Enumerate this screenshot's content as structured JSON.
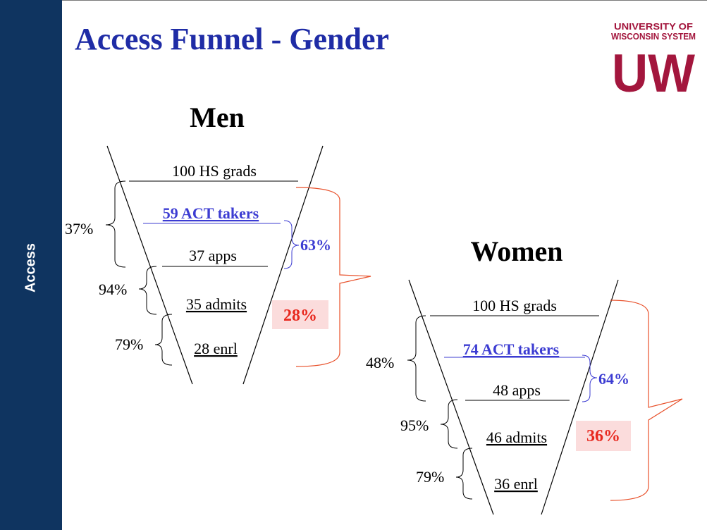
{
  "slide": {
    "sidebar_label": "Access",
    "title": "Access Funnel - Gender",
    "colors": {
      "sidebar": "#0f3460",
      "title": "#1f2ca6",
      "act": "#3c3cd2",
      "overall_bracket": "#e8502a",
      "overall_text": "#e8281e",
      "overall_box": "#fbdcdc",
      "logo": "#a3163d"
    }
  },
  "logo": {
    "line1": "UNIVERSITY OF",
    "line2": "WISCONSIN SYSTEM",
    "mark": "UW"
  },
  "funnels": {
    "men": {
      "heading": "Men",
      "levels": {
        "grads": "100 HS grads",
        "act": "59 ACT takers",
        "apps": "37 apps",
        "admits": "35 admits",
        "enrl": "28 enrl"
      },
      "rates": {
        "apply": "37%",
        "admit": "94%",
        "enroll": "79%",
        "act_to_apply": "63%",
        "overall": "28%"
      }
    },
    "women": {
      "heading": "Women",
      "levels": {
        "grads": "100 HS grads",
        "act": "74 ACT takers",
        "apps": "48 apps",
        "admits": "46 admits",
        "enrl": "36 enrl"
      },
      "rates": {
        "apply": "48%",
        "admit": "95%",
        "enroll": "79%",
        "act_to_apply": "64%",
        "overall": "36%"
      }
    }
  }
}
